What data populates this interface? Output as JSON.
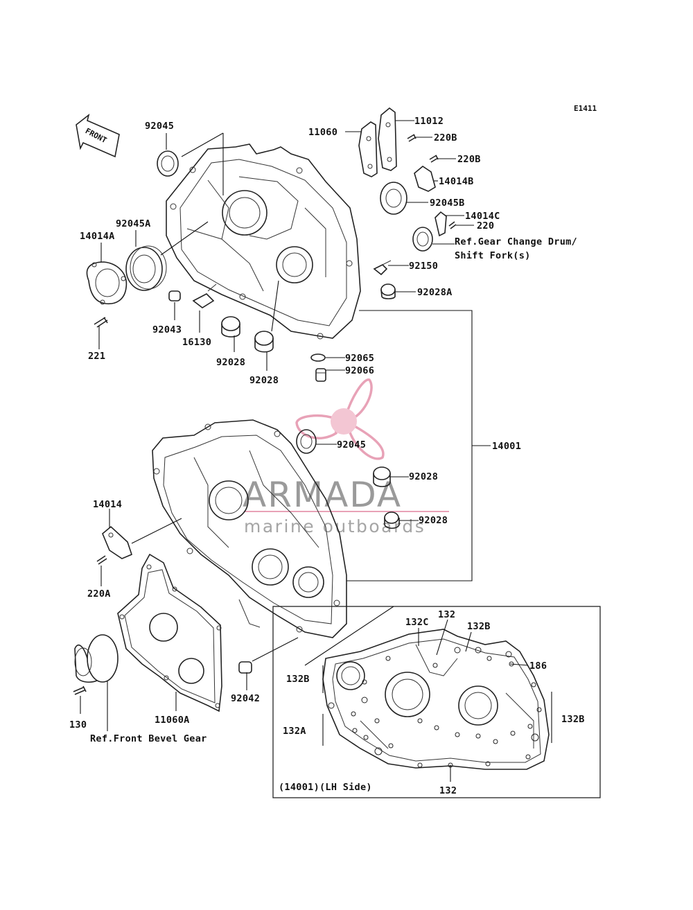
{
  "diagram_code": "E1411",
  "front_marker": "FRONT",
  "watermark": {
    "brand": "ARMADA",
    "tagline": "marine outboards",
    "color": "#e8a2b7"
  },
  "callouts": {
    "c92045_top": "92045",
    "c92045A": "92045A",
    "c14014A": "14014A",
    "c221": "221",
    "c92043": "92043",
    "c16130": "16130",
    "c92028_a": "92028",
    "c92028_b": "92028",
    "c11060": "11060",
    "c11012": "11012",
    "c220B_a": "220B",
    "c220B_b": "220B",
    "c14014B": "14014B",
    "c92045B": "92045B",
    "c14014C": "14014C",
    "c220": "220",
    "c92150": "92150",
    "c92028A": "92028A",
    "c92065": "92065",
    "c92066": "92066",
    "c92045_mid": "92045",
    "c14001": "14001",
    "c92028_c": "92028",
    "c92028_d": "92028",
    "c14014": "14014",
    "c220A": "220A",
    "c92042": "92042",
    "c11060A": "11060A",
    "c130": "130"
  },
  "references": {
    "gear_change_1": "Ref.Gear Change Drum/",
    "gear_change_2": "Shift Fork(s)",
    "front_bevel": "Ref.Front Bevel Gear"
  },
  "inset": {
    "caption": "(14001)(LH Side)",
    "c132C": "132C",
    "c132_top": "132",
    "c132B_top": "132B",
    "c186": "186",
    "c132B_left": "132B",
    "c132B_right": "132B",
    "c132A": "132A",
    "c132_bottom": "132"
  }
}
